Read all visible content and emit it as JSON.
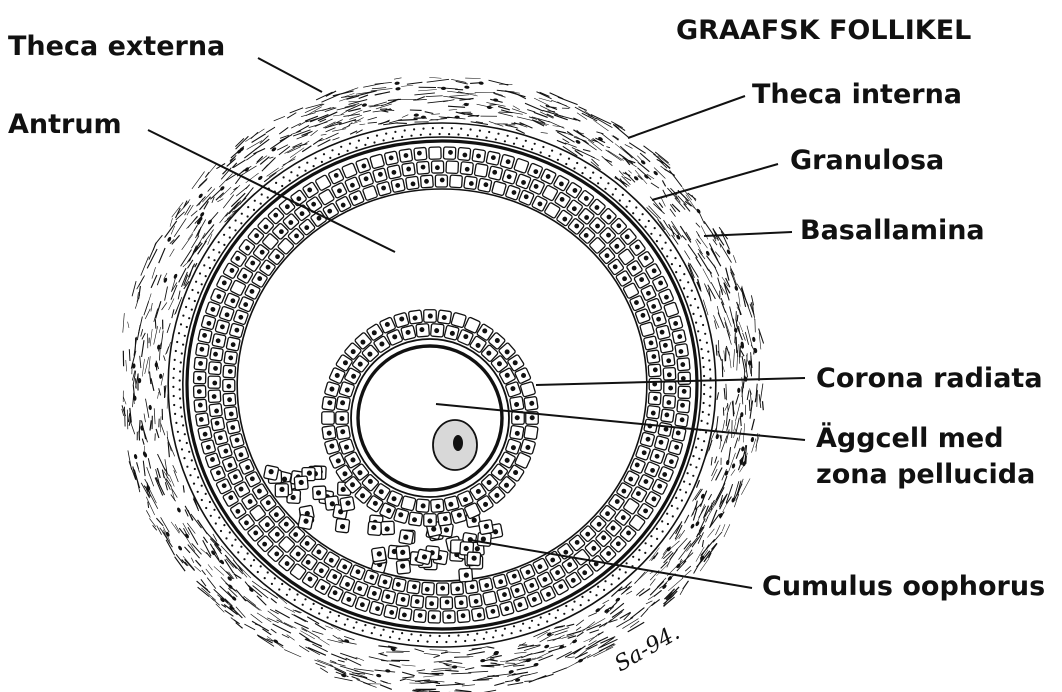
{
  "title": "GRAAFSK FOLLIKEL",
  "labels": {
    "theca_externa": "Theca externa",
    "antrum": "Antrum",
    "theca_interna": "Theca interna",
    "granulosa": "Granulosa",
    "basallamina": "Basallamina",
    "corona_radiata": "Corona radiata",
    "aggcell_line1": "Äggcell med",
    "aggcell_line2": "zona pellucida",
    "cumulus_oophorus": "Cumulus oophorus"
  },
  "signature": "Sa-94.",
  "colors": {
    "ink": "#111111",
    "nucleus_fill": "#d8d8d8",
    "background": "#ffffff"
  }
}
